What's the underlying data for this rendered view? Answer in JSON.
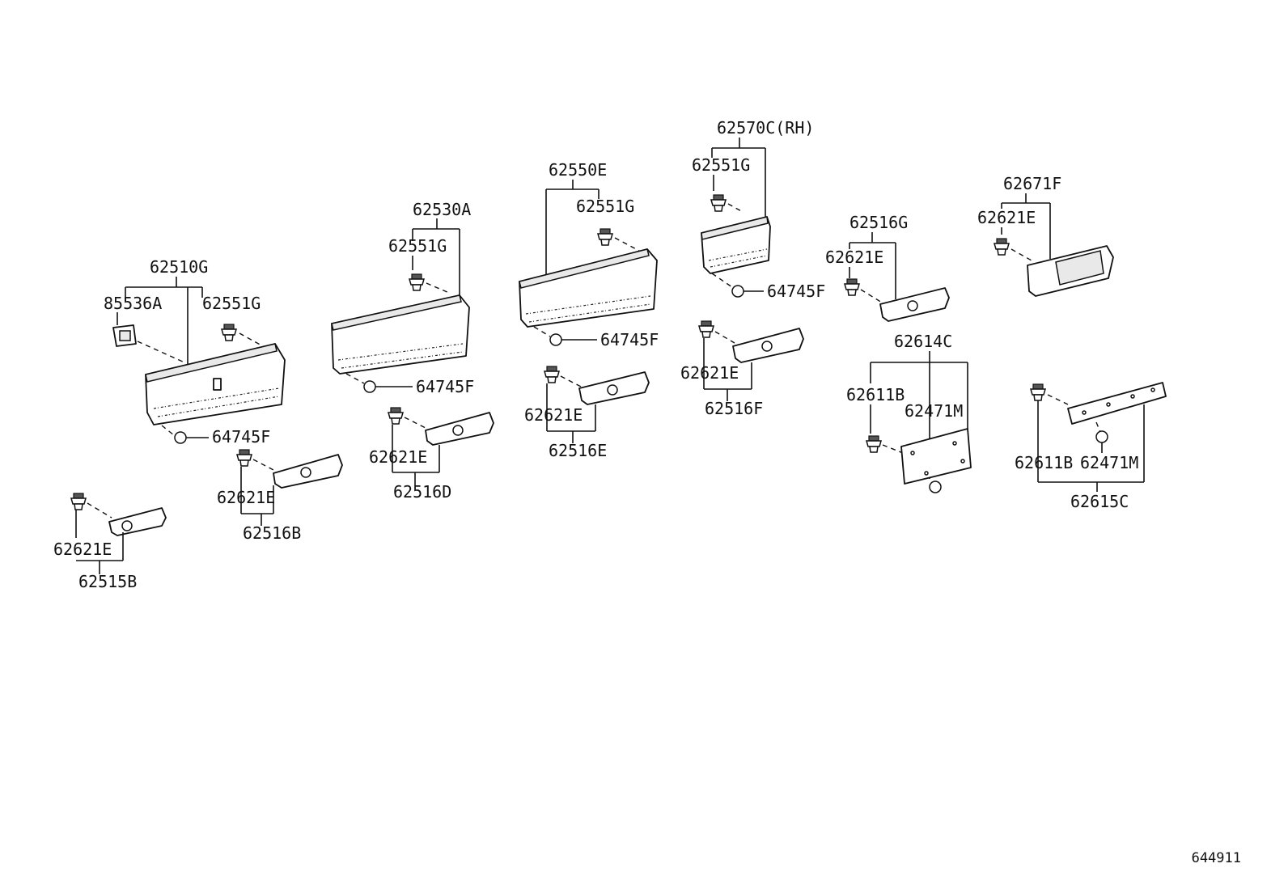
{
  "diagram_id": "644911",
  "labels": {
    "p62510G": "62510G",
    "p85536A": "85536A",
    "p62551G_a": "62551G",
    "p64745F_a": "64745F",
    "p62621E_a": "62621E",
    "p62515B": "62515B",
    "p62621E_b": "62621E",
    "p62516B": "62516B",
    "p62530A": "62530A",
    "p62551G_b": "62551G",
    "p64745F_b": "64745F",
    "p62621E_c": "62621E",
    "p62516D": "62516D",
    "p62550E": "62550E",
    "p62551G_c": "62551G",
    "p64745F_c": "64745F",
    "p62621E_d": "62621E",
    "p62516E": "62516E",
    "p62570C": "62570C(RH)",
    "p62551G_d": "62551G",
    "p64745F_d": "64745F",
    "p62621E_e": "62621E",
    "p62516F": "62516F",
    "p62516G": "62516G",
    "p62621E_f": "62621E",
    "p62614C": "62614C",
    "p62611B_a": "62611B",
    "p62471M_a": "62471M",
    "p62671F": "62671F",
    "p62621E_g": "62621E",
    "p62611B_b": "62611B",
    "p62471M_b": "62471M",
    "p62615C": "62615C"
  }
}
